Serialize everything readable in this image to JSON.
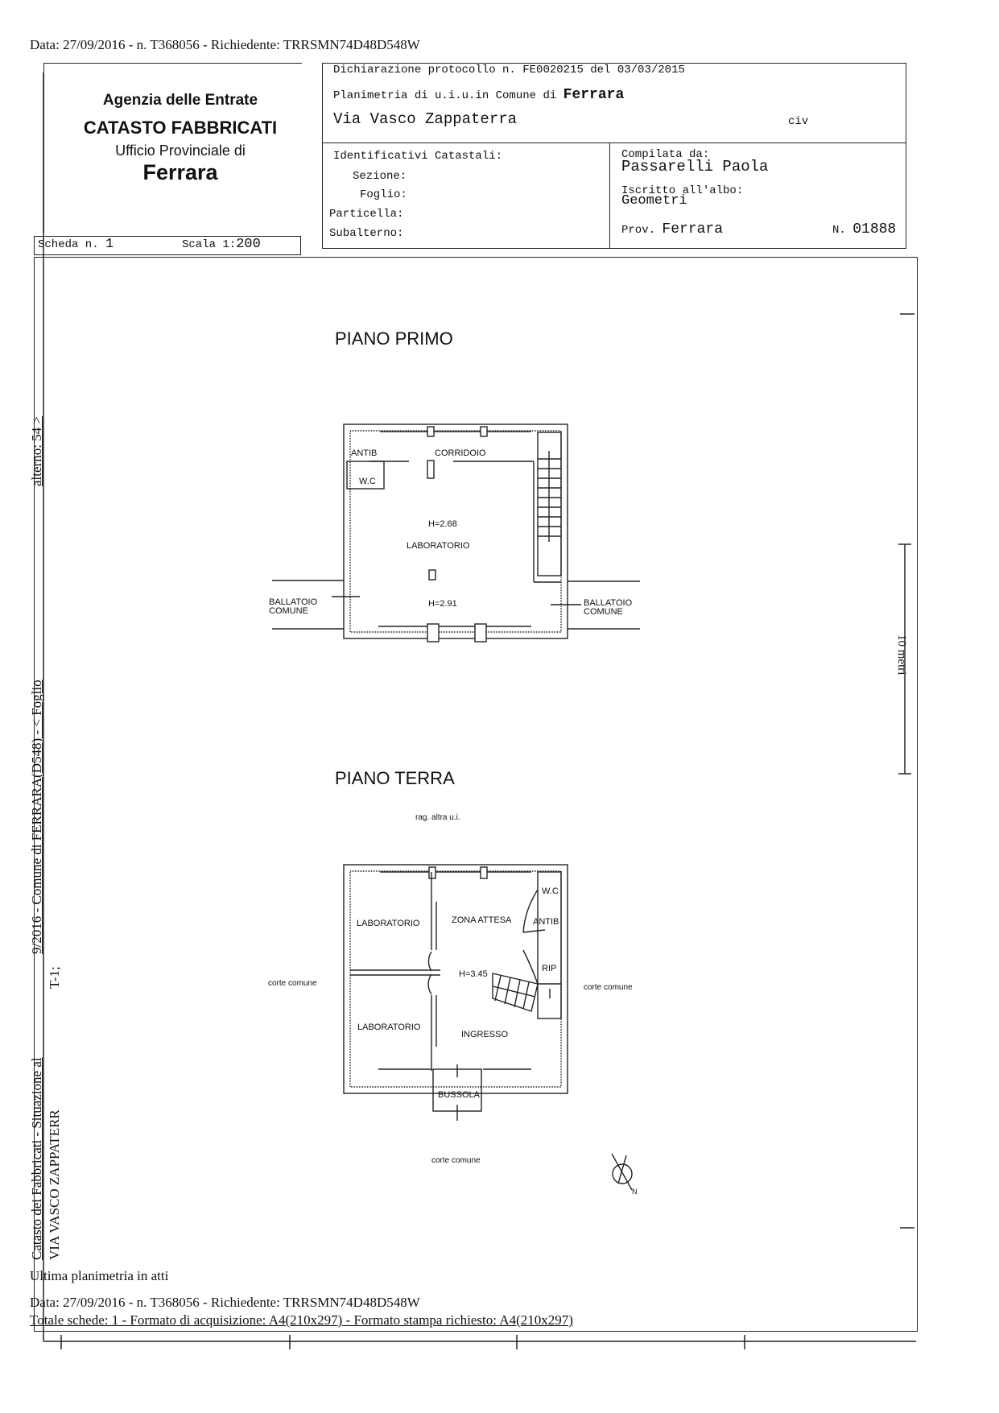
{
  "top_line": "Data: 27/09/2016 - n. T368056 - Richiedente: TRRSMN74D48D548W",
  "agency": {
    "line1": "Agenzia delle Entrate",
    "line2": "CATASTO FABBRICATI",
    "line3": "Ufficio Provinciale di",
    "city": "Ferrara"
  },
  "declaration": {
    "protocol": "Dichiarazione protocollo n. FE0020215 del  03/03/2015",
    "planimetria_label": "Planimetria di u.i.u.in Comune di",
    "comune": "Ferrara",
    "address": "Via Vasco Zappaterra",
    "civ_label": "civ"
  },
  "identificativi": {
    "title": "Identificativi Catastali:",
    "sezione": "Sezione:",
    "foglio": "Foglio:",
    "particella": "Particella:",
    "subalterno": "Subalterno:"
  },
  "compilata": {
    "label": "Compilata da:",
    "name": "Passarelli Paola",
    "albo_label": "Iscritto all'albo:",
    "albo": "Geometri",
    "prov_label": "Prov.",
    "prov": "Ferrara",
    "n_label": "N.",
    "n": "01888"
  },
  "scheda": {
    "label": "Scheda n.",
    "value": "1",
    "scala_label": "Scala 1:",
    "scala": "200"
  },
  "piano_primo": {
    "title": "PIANO PRIMO",
    "rooms": {
      "antib": "ANTIB",
      "corridoio": "CORRIDOIO",
      "wc": "W.C",
      "h1": "H=2.68",
      "laboratorio": "LABORATORIO",
      "h2": "H=2.91"
    },
    "ballatoio_1": "BALLATOIO",
    "ballatoio_2": "COMUNE"
  },
  "piano_terra": {
    "title": "PIANO TERRA",
    "rag": "rag. altra u.i.",
    "rooms": {
      "lab1": "LABORATORIO",
      "zona": "ZONA ATTESA",
      "wc": "W.C",
      "antib": "ANTIB",
      "rip": "RIP",
      "h": "H=3.45",
      "lab2": "LABORATORIO",
      "ingresso": "INGRESSO",
      "bussola": "BUSSOLA"
    },
    "corte_left": "corte comune",
    "corte_right": "corte comune",
    "corte_bottom": "corte comune",
    "north": "N"
  },
  "scale_bar": "10 metri",
  "side_text": {
    "a": "alterno: 54 >",
    "b": "9/2016 - Comune di FERRARA(D548) - < Foglio",
    "c": "T-1;",
    "d": "Catasto dei Fabbricati - Situazione al",
    "e": "VIA VASCO ZAPPATERR"
  },
  "footer": {
    "line1": "Ultima planimetria in atti",
    "line2": "Data: 27/09/2016 - n. T368056 - Richiedente: TRRSMN74D48D548W",
    "line3": "Totale schede: 1 - Formato di acquisizione: A4(210x297)  - Formato stampa richiesto: A4(210x297)"
  }
}
